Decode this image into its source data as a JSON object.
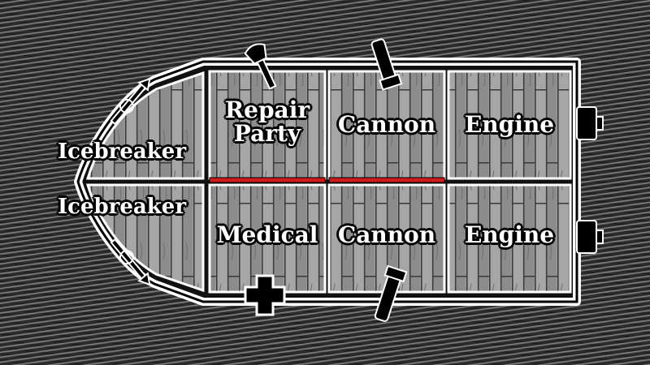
{
  "ship": {
    "rooms": {
      "icebreaker_top": "Icebreaker",
      "icebreaker_bottom": "Icebreaker",
      "repair_party": "Repair\nParty",
      "cannon_top": "Cannon",
      "engine_top": "Engine",
      "medical": "Medical",
      "cannon_bottom": "Cannon",
      "engine_bottom": "Engine"
    }
  },
  "colors": {
    "hull_outline": "#ffffff",
    "hull_border": "#000000",
    "deck_plank": "#8a8a8a",
    "damage_marker": "#d11a1a"
  },
  "icons": [
    "harpoon-icon",
    "axe-icon",
    "cannon-icon",
    "engine-icon",
    "medical-cross-icon"
  ]
}
